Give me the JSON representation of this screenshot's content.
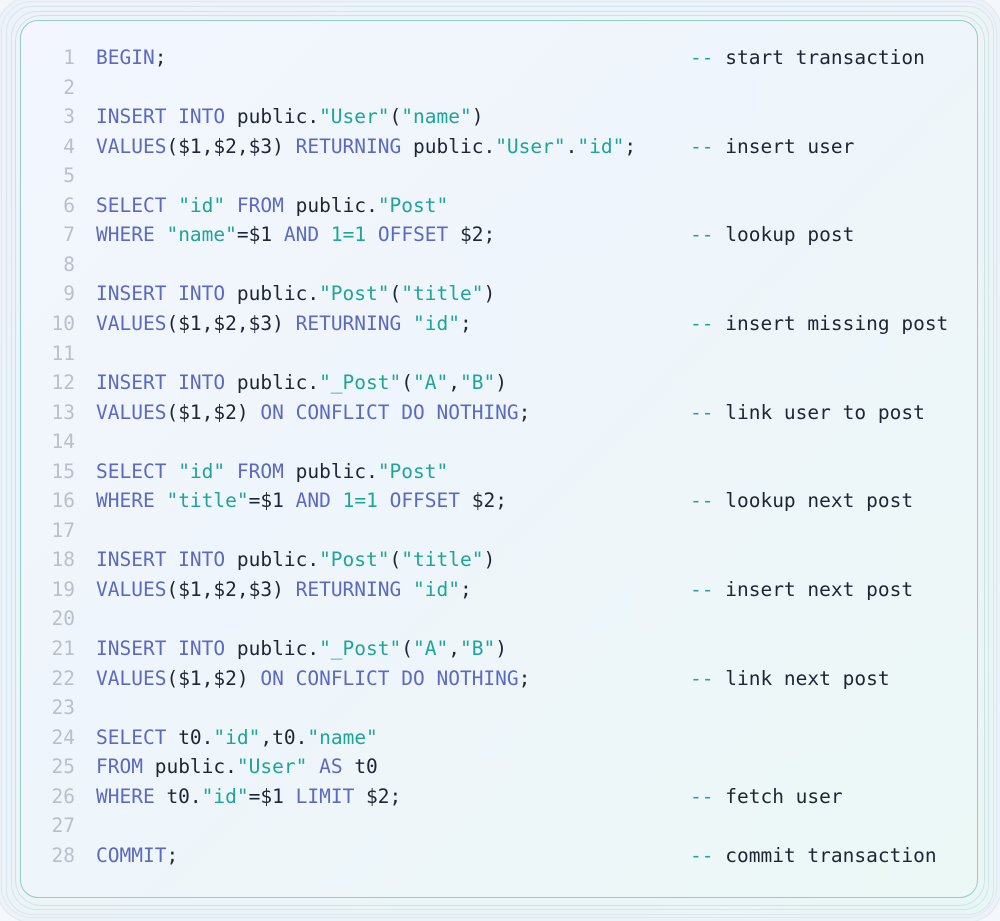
{
  "editor": {
    "lines": [
      {
        "n": "1",
        "tokens": [
          [
            "kw",
            "BEGIN"
          ],
          [
            "txt",
            ";"
          ]
        ],
        "comment": "start transaction"
      },
      {
        "n": "2",
        "tokens": [],
        "comment": ""
      },
      {
        "n": "3",
        "tokens": [
          [
            "kw",
            "INSERT INTO"
          ],
          [
            "txt",
            " public."
          ],
          [
            "str",
            "\"User\""
          ],
          [
            "txt",
            "("
          ],
          [
            "str",
            "\"name\""
          ],
          [
            "txt",
            ")"
          ]
        ],
        "comment": ""
      },
      {
        "n": "4",
        "tokens": [
          [
            "kw",
            "VALUES"
          ],
          [
            "txt",
            "($1,$2,$3) "
          ],
          [
            "kw",
            "RETURNING"
          ],
          [
            "txt",
            " public."
          ],
          [
            "str",
            "\"User\""
          ],
          [
            "txt",
            "."
          ],
          [
            "str",
            "\"id\""
          ],
          [
            "txt",
            ";"
          ]
        ],
        "comment": "insert user"
      },
      {
        "n": "5",
        "tokens": [],
        "comment": ""
      },
      {
        "n": "6",
        "tokens": [
          [
            "kw",
            "SELECT"
          ],
          [
            "txt",
            " "
          ],
          [
            "str",
            "\"id\""
          ],
          [
            "txt",
            " "
          ],
          [
            "kw",
            "FROM"
          ],
          [
            "txt",
            " public."
          ],
          [
            "str",
            "\"Post\""
          ]
        ],
        "comment": ""
      },
      {
        "n": "7",
        "tokens": [
          [
            "kw",
            "WHERE"
          ],
          [
            "txt",
            " "
          ],
          [
            "str",
            "\"name\""
          ],
          [
            "txt",
            "=$1 "
          ],
          [
            "kw",
            "AND"
          ],
          [
            "txt",
            " "
          ],
          [
            "num",
            "1=1"
          ],
          [
            "txt",
            " "
          ],
          [
            "kw",
            "OFFSET"
          ],
          [
            "txt",
            " $2;"
          ]
        ],
        "comment": "lookup post"
      },
      {
        "n": "8",
        "tokens": [],
        "comment": ""
      },
      {
        "n": "9",
        "tokens": [
          [
            "kw",
            "INSERT INTO"
          ],
          [
            "txt",
            " public."
          ],
          [
            "str",
            "\"Post\""
          ],
          [
            "txt",
            "("
          ],
          [
            "str",
            "\"title\""
          ],
          [
            "txt",
            ")"
          ]
        ],
        "comment": ""
      },
      {
        "n": "10",
        "tokens": [
          [
            "kw",
            "VALUES"
          ],
          [
            "txt",
            "($1,$2,$3) "
          ],
          [
            "kw",
            "RETURNING"
          ],
          [
            "txt",
            " "
          ],
          [
            "str",
            "\"id\""
          ],
          [
            "txt",
            ";"
          ]
        ],
        "comment": "insert missing post"
      },
      {
        "n": "11",
        "tokens": [],
        "comment": ""
      },
      {
        "n": "12",
        "tokens": [
          [
            "kw",
            "INSERT INTO"
          ],
          [
            "txt",
            " public."
          ],
          [
            "str",
            "\"_Post\""
          ],
          [
            "txt",
            "("
          ],
          [
            "str",
            "\"A\""
          ],
          [
            "txt",
            ","
          ],
          [
            "str",
            "\"B\""
          ],
          [
            "txt",
            ")"
          ]
        ],
        "comment": ""
      },
      {
        "n": "13",
        "tokens": [
          [
            "kw",
            "VALUES"
          ],
          [
            "txt",
            "($1,$2) "
          ],
          [
            "kw",
            "ON CONFLICT DO NOTHING"
          ],
          [
            "txt",
            ";"
          ]
        ],
        "comment": "link user to post"
      },
      {
        "n": "14",
        "tokens": [],
        "comment": ""
      },
      {
        "n": "15",
        "tokens": [
          [
            "kw",
            "SELECT"
          ],
          [
            "txt",
            " "
          ],
          [
            "str",
            "\"id\""
          ],
          [
            "txt",
            " "
          ],
          [
            "kw",
            "FROM"
          ],
          [
            "txt",
            " public."
          ],
          [
            "str",
            "\"Post\""
          ]
        ],
        "comment": ""
      },
      {
        "n": "16",
        "tokens": [
          [
            "kw",
            "WHERE"
          ],
          [
            "txt",
            " "
          ],
          [
            "str",
            "\"title\""
          ],
          [
            "txt",
            "=$1 "
          ],
          [
            "kw",
            "AND"
          ],
          [
            "txt",
            " "
          ],
          [
            "num",
            "1=1"
          ],
          [
            "txt",
            " "
          ],
          [
            "kw",
            "OFFSET"
          ],
          [
            "txt",
            " $2;"
          ]
        ],
        "comment": "lookup next post"
      },
      {
        "n": "17",
        "tokens": [],
        "comment": ""
      },
      {
        "n": "18",
        "tokens": [
          [
            "kw",
            "INSERT INTO"
          ],
          [
            "txt",
            " public."
          ],
          [
            "str",
            "\"Post\""
          ],
          [
            "txt",
            "("
          ],
          [
            "str",
            "\"title\""
          ],
          [
            "txt",
            ")"
          ]
        ],
        "comment": ""
      },
      {
        "n": "19",
        "tokens": [
          [
            "kw",
            "VALUES"
          ],
          [
            "txt",
            "($1,$2,$3) "
          ],
          [
            "kw",
            "RETURNING"
          ],
          [
            "txt",
            " "
          ],
          [
            "str",
            "\"id\""
          ],
          [
            "txt",
            ";"
          ]
        ],
        "comment": "insert next post"
      },
      {
        "n": "20",
        "tokens": [],
        "comment": ""
      },
      {
        "n": "21",
        "tokens": [
          [
            "kw",
            "INSERT INTO"
          ],
          [
            "txt",
            " public."
          ],
          [
            "str",
            "\"_Post\""
          ],
          [
            "txt",
            "("
          ],
          [
            "str",
            "\"A\""
          ],
          [
            "txt",
            ","
          ],
          [
            "str",
            "\"B\""
          ],
          [
            "txt",
            ")"
          ]
        ],
        "comment": ""
      },
      {
        "n": "22",
        "tokens": [
          [
            "kw",
            "VALUES"
          ],
          [
            "txt",
            "($1,$2) "
          ],
          [
            "kw",
            "ON CONFLICT DO NOTHING"
          ],
          [
            "txt",
            ";"
          ]
        ],
        "comment": "link next post"
      },
      {
        "n": "23",
        "tokens": [],
        "comment": ""
      },
      {
        "n": "24",
        "tokens": [
          [
            "kw",
            "SELECT"
          ],
          [
            "txt",
            " t0."
          ],
          [
            "str",
            "\"id\""
          ],
          [
            "txt",
            ",t0."
          ],
          [
            "str",
            "\"name\""
          ]
        ],
        "comment": ""
      },
      {
        "n": "25",
        "tokens": [
          [
            "kw",
            "FROM"
          ],
          [
            "txt",
            " public."
          ],
          [
            "str",
            "\"User\""
          ],
          [
            "txt",
            " "
          ],
          [
            "kw",
            "AS"
          ],
          [
            "txt",
            " t0"
          ]
        ],
        "comment": ""
      },
      {
        "n": "26",
        "tokens": [
          [
            "kw",
            "WHERE"
          ],
          [
            "txt",
            " t0."
          ],
          [
            "str",
            "\"id\""
          ],
          [
            "txt",
            "=$1 "
          ],
          [
            "kw",
            "LIMIT"
          ],
          [
            "txt",
            " $2;"
          ]
        ],
        "comment": "fetch user"
      },
      {
        "n": "27",
        "tokens": [],
        "comment": ""
      },
      {
        "n": "28",
        "tokens": [
          [
            "kw",
            "COMMIT"
          ],
          [
            "txt",
            ";"
          ]
        ],
        "comment": "commit transaction"
      }
    ],
    "comment_prefix": "--",
    "colors": {
      "keyword": "#5b6ac0",
      "string": "#1ea59a",
      "text": "#1f2633",
      "line_number": "#b9c0cb",
      "border": "#8fcfc6"
    }
  }
}
